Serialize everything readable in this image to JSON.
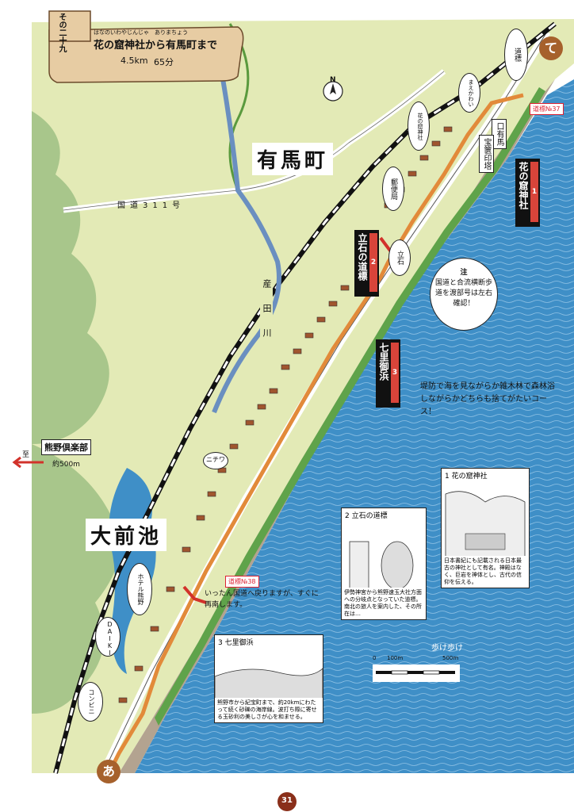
{
  "title_plaque": {
    "number": "その二十九",
    "title_ruby": "はなのいわやじんじゃ　ありまちょう",
    "title": "花の窟神社から有馬町まで",
    "distance": "4.5km",
    "time": "65分"
  },
  "page_number": "31",
  "start_marker": "あ",
  "end_marker": "て",
  "town_labels": {
    "arima": "有馬町",
    "omaeike": "大前池"
  },
  "road_labels": {
    "route": "国道311号",
    "river": "産田川"
  },
  "spots": [
    {
      "num": "1",
      "name": "花の窟神社"
    },
    {
      "num": "2",
      "name": "立石の道標"
    },
    {
      "num": "3",
      "name": "七里御浜"
    }
  ],
  "signs": {
    "sign37": "道標№37",
    "sign38": "道標№38",
    "michishirube": "道標",
    "tateishi": "立石",
    "yubin": "郵便局",
    "kuchiarima": "口有馬",
    "hokyoin": "宝篋印塔"
  },
  "annotations": {
    "note_title": "注",
    "note_body": "国道と合流横断歩道を渡部号は左右確認！",
    "embankment": "堤防で海を見ながらか雑木林で森林浴しながらかどちらも捨てがたいコース！",
    "national_road_back": "いったん国道へ戻りますが、すぐに再南します。",
    "kumano_club_label": "熊野倶楽部",
    "kumano_club_to": "至",
    "kumano_club_dist": "約500m",
    "kumanojinja_small": "花の窟神社",
    "shrine_sign": "ニチワ",
    "hotel": "ホテル熊野",
    "daiki": "DAIKI",
    "convenience": "コンビニ",
    "omae_kawai": "まえかわい"
  },
  "scale": {
    "zero": "0",
    "mid": "100m",
    "max": "500m",
    "walk_label": "歩け歩け"
  },
  "compass_letter": "N",
  "panels": [
    {
      "num": "1",
      "title": "花の窟神社",
      "caption": "日本書紀にも記載される日本最古の神社として有名。神殿はなく、巨岩を神体とし、古代の信仰を伝える。"
    },
    {
      "num": "2",
      "title": "立石の道標",
      "caption": "伊勢神宮から熊野速玉大社方面への分岐点となっていた道標。南北の旅人を案内した、その所在は…"
    },
    {
      "num": "3",
      "title": "七里御浜",
      "caption": "熊野市から紀宝町まで、約20kmにわたって続く砂礫の海岸線。波打ち際に寄せる玉砂利の美しさが心を和ませる。"
    }
  ],
  "colors": {
    "land": "#e3eab6",
    "hills": "#a8c68b",
    "sea": "#3f8fc7",
    "beach": "#b3a390",
    "route_orange": "#e28a3a",
    "marker_brown": "#a6612c",
    "plaque": "#e7cca3"
  }
}
